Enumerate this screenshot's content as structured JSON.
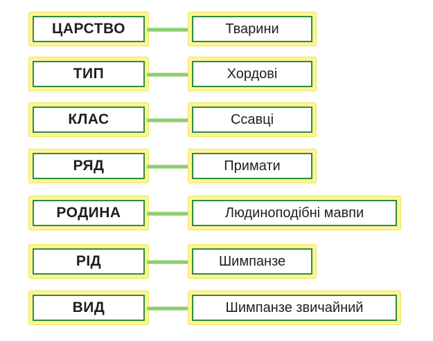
{
  "colors": {
    "box_border": "#2f8a3d",
    "box_glow": "#fbf59a",
    "connector": "#8ccf6f",
    "text": "#1e1e1e"
  },
  "levels": [
    {
      "rank": "ЦАРСТВО",
      "taxon": "Тварини"
    },
    {
      "rank": "ТИП",
      "taxon": "Хордові"
    },
    {
      "rank": "КЛАС",
      "taxon": "Ссавці"
    },
    {
      "rank": "РЯД",
      "taxon": "Примати"
    },
    {
      "rank": "РОДИНА",
      "taxon": "Людиноподібні мавпи"
    },
    {
      "rank": "РІД",
      "taxon": "Шимпанзе"
    },
    {
      "rank": "ВИД",
      "taxon": "Шимпанзе звичайний"
    }
  ]
}
